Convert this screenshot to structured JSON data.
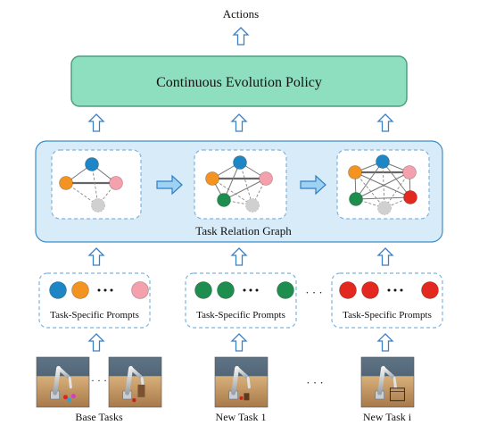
{
  "diagram": {
    "outputs_label": "Actions",
    "policy_label": "Continuous Evolution Policy",
    "graph_label": "Task Relation Graph",
    "prompts_label": "Task-Specific Prompts",
    "ellipsis": "· · ·",
    "vdots": "· · ·",
    "task_groups": [
      {
        "label": "Base Tasks"
      },
      {
        "label": "New Task 1"
      },
      {
        "label": "New Task i"
      }
    ]
  },
  "colors": {
    "policy_fill": "#8ddfbf",
    "policy_stroke": "#4f9f80",
    "graph_panel_fill": "#d7ebf8",
    "graph_panel_stroke": "#3e8cc6",
    "arrow_fill": "#ffffff",
    "arrow_stroke": "#3d7fc1",
    "blue": "#1f86c6",
    "orange": "#f39422",
    "pink": "#f4a0ad",
    "green": "#1e8e4e",
    "red": "#e2281f",
    "gray": "#d0d0d0"
  }
}
